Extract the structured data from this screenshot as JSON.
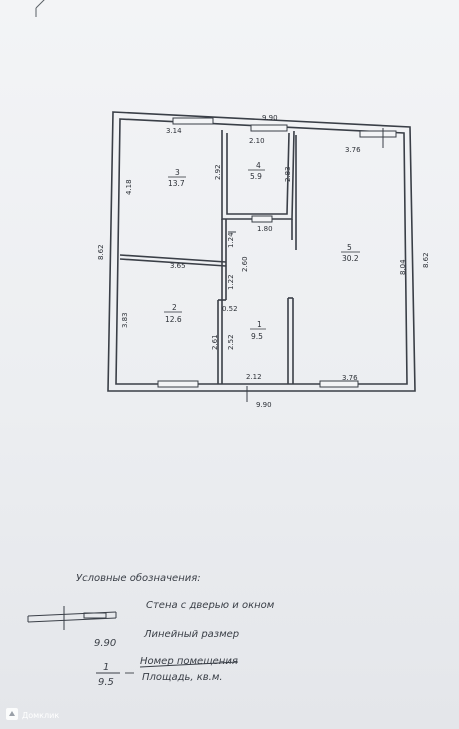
{
  "plan": {
    "overall_dims": {
      "top": "9.90",
      "bottom": "9.90",
      "left": "8.62",
      "right": "8.62"
    },
    "segment_dims": {
      "top_room3": "3.14",
      "top_room4": "2.10",
      "top_room5": "3.76",
      "room3_height": "4.18",
      "room4_left": "2.92",
      "room4_right": "2.83",
      "room4_bottom": "1.80",
      "room3_bottom": "3.65",
      "corridor_a": "1.24",
      "corridor_b": "2.60",
      "corridor_c": "1.22",
      "corridor_d": "0.52",
      "room2_height": "3.83",
      "corridor_e": "2.61",
      "corridor_f": "2.52",
      "room5_height": "8.04",
      "bottom_room1": "2.12",
      "bottom_room5": "3.76"
    },
    "rooms": [
      {
        "number": "3",
        "area": "13.7"
      },
      {
        "number": "4",
        "area": "5.9"
      },
      {
        "number": "5",
        "area": "30.2"
      },
      {
        "number": "2",
        "area": "12.6"
      },
      {
        "number": "1",
        "area": "9.5"
      }
    ]
  },
  "legend": {
    "title": "Условные обозначения:",
    "wall_label": "Стена с дверью и окном",
    "dim_sample": "9.90",
    "dim_label": "Линейный размер",
    "room_num_sample": "1",
    "area_sample": "9.5",
    "room_num_label": "Номер помещения",
    "area_label": "Площадь, кв.м."
  },
  "watermark": {
    "text": "Домклик"
  }
}
